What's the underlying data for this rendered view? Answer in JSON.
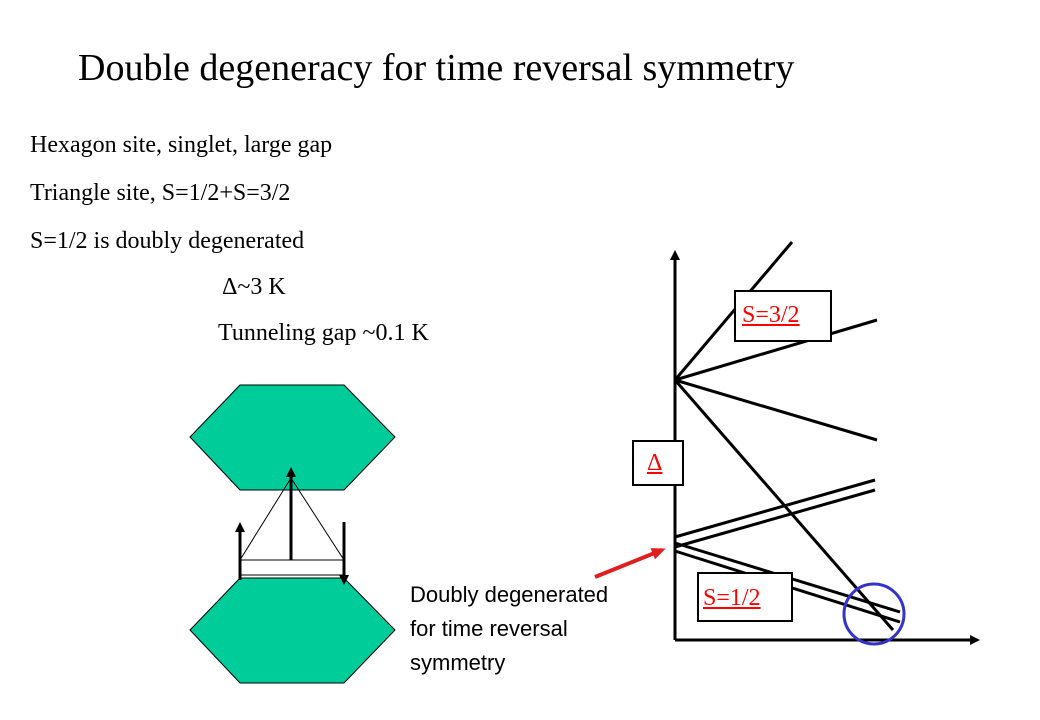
{
  "slide": {
    "title": "Double degeneracy for time reversal symmetry",
    "lines": [
      "Hexagon site, singlet, large gap",
      "Triangle site,  S=1/2+S=3/2",
      "S=1/2 is doubly degenerated",
      "Δ~3 K",
      "Tunneling gap ~0.1 K"
    ]
  },
  "diagram": {
    "label_s32": "S=3/2",
    "label_delta": "Δ",
    "label_s12": "S=1/2",
    "annotation": [
      "Doubly degenerated",
      "for time reversal",
      "symmetry"
    ]
  },
  "colors": {
    "hexagon_fill": "#00cc99",
    "label_red": "#ff0000",
    "arrow_red": "#e02020",
    "circle_blue": "#3333cc"
  }
}
